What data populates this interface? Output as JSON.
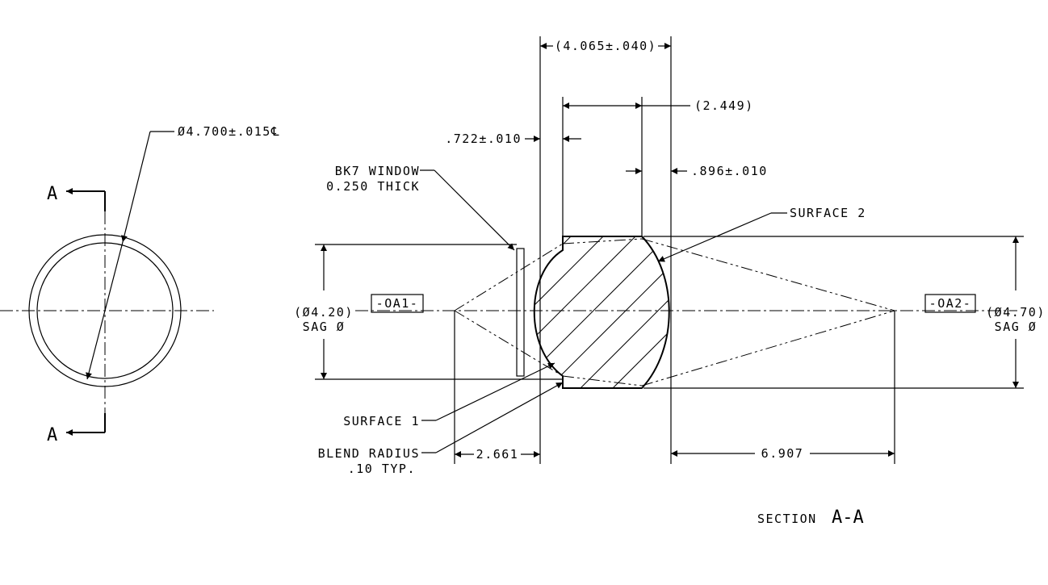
{
  "front_view": {
    "section_marker_top": "A",
    "section_marker_bottom": "A",
    "diameter_callout": "Ø4.700±.015℄"
  },
  "section_view": {
    "title_prefix": "SECTION",
    "title_id": "A-A",
    "dims": {
      "overall_thickness": "(4.065±.040)",
      "flat_length": "(2.449)",
      "surface1_sag": ".722±.010",
      "surface2_sag": ".896±.010",
      "sag_dia_left_1": "(Ø4.20)",
      "sag_dia_left_2": "SAG Ø",
      "sag_dia_right_1": "(Ø4.70)",
      "sag_dia_right_2": "SAG Ø",
      "left_focal": "2.661",
      "right_focal": "6.907"
    },
    "notes": {
      "window_1": "BK7 WINDOW",
      "window_2": "0.250 THICK",
      "surface_2": "SURFACE 2",
      "surface_1": "SURFACE 1",
      "blend_1": "BLEND  RADIUS",
      "blend_2": ".10 TYP."
    },
    "datums": {
      "left": "-OA1-",
      "right": "-OA2-"
    }
  }
}
